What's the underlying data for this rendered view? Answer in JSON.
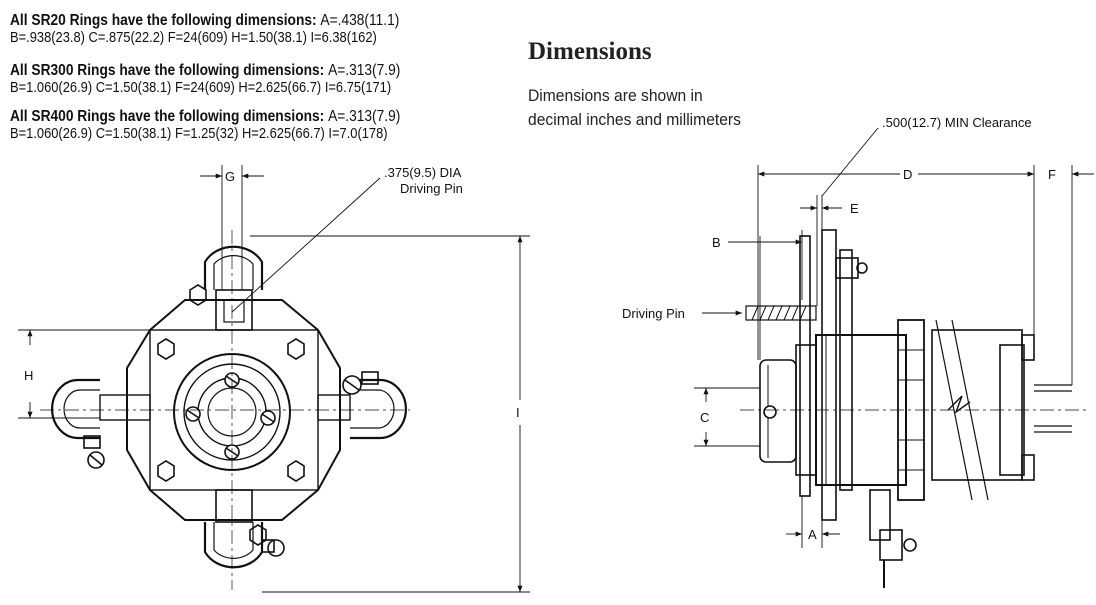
{
  "specs": [
    {
      "heading": "All SR20 Rings have the following dimensions:",
      "a_value": "A=.438(11.1)",
      "line2": "B=.938(23.8) C=.875(22.2) F=24(609) H=1.50(38.1) I=6.38(162)"
    },
    {
      "heading": "All SR300 Rings have the following dimensions:",
      "a_value": "A=.313(7.9)",
      "line2": "B=1.060(26.9) C=1.50(38.1) F=24(609) H=2.625(66.7) I=6.75(171)"
    },
    {
      "heading": "All SR400 Rings have the following dimensions:",
      "a_value": "A=.313(7.9)",
      "line2": "B=1.060(26.9) C=1.50(38.1) F=1.25(32) H=2.625(66.7) I=7.0(178)"
    }
  ],
  "section": {
    "title": "Dimensions",
    "intro_line1": "Dimensions are shown in",
    "intro_line2": "decimal inches and millimeters"
  },
  "front_view": {
    "label_g": "G",
    "label_h": "H",
    "label_i": "I",
    "pin_callout_line1": ".375(9.5) DIA",
    "pin_callout_line2": "Driving Pin"
  },
  "side_view": {
    "label_d": "D",
    "label_f": "F",
    "label_e": "E",
    "label_b": "B",
    "label_c": "C",
    "label_a": "A",
    "clearance_note": ".500(12.7) MIN Clearance",
    "driving_pin_label": "Driving Pin"
  }
}
